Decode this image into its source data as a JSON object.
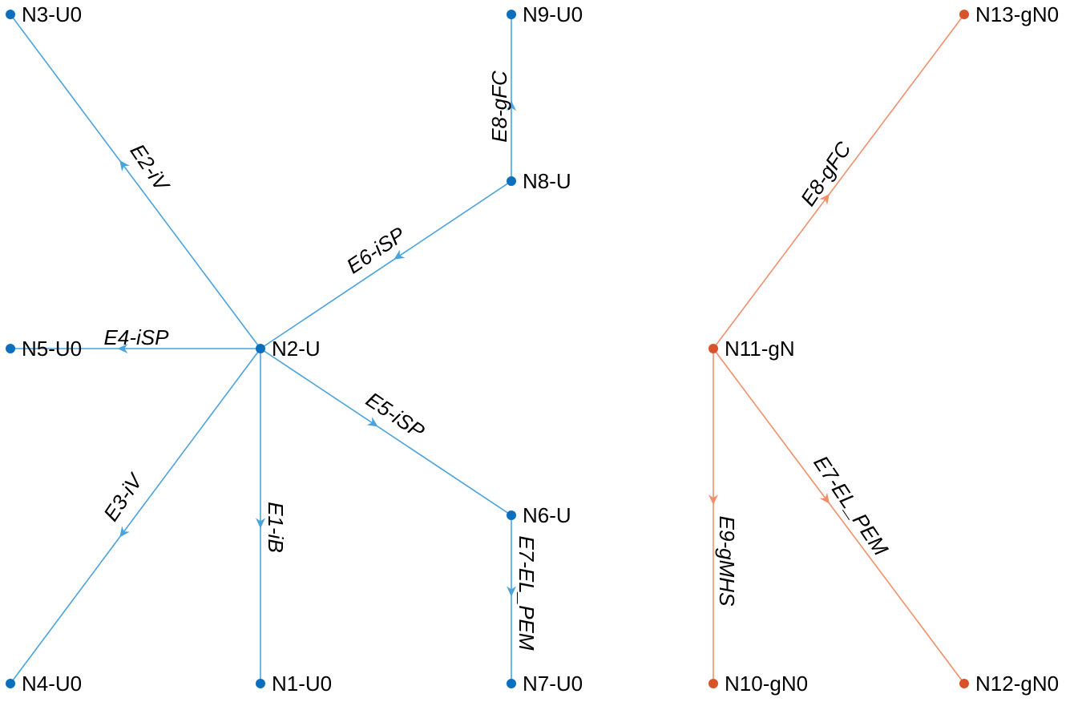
{
  "colors": {
    "group_a": "#0b6fbd",
    "group_a_edge": "#4aa3dc",
    "group_b": "#d9532a",
    "group_b_edge": "#f0906b"
  },
  "nodes": [
    {
      "id": "N1",
      "label": "N1-U0",
      "group": "a"
    },
    {
      "id": "N2",
      "label": "N2-U",
      "group": "a"
    },
    {
      "id": "N3",
      "label": "N3-U0",
      "group": "a"
    },
    {
      "id": "N4",
      "label": "N4-U0",
      "group": "a"
    },
    {
      "id": "N5",
      "label": "N5-U0",
      "group": "a"
    },
    {
      "id": "N6",
      "label": "N6-U",
      "group": "a"
    },
    {
      "id": "N7",
      "label": "N7-U0",
      "group": "a"
    },
    {
      "id": "N8",
      "label": "N8-U",
      "group": "a"
    },
    {
      "id": "N9",
      "label": "N9-U0",
      "group": "a"
    },
    {
      "id": "N10",
      "label": "N10-gN0",
      "group": "b"
    },
    {
      "id": "N11",
      "label": "N11-gN",
      "group": "b"
    },
    {
      "id": "N12",
      "label": "N12-gN0",
      "group": "b"
    },
    {
      "id": "N13",
      "label": "N13-gN0",
      "group": "b"
    }
  ],
  "edges": [
    {
      "from": "N2",
      "to": "N3",
      "label": "E2-iV",
      "group": "a"
    },
    {
      "from": "N2",
      "to": "N5",
      "label": "E4-iSP",
      "group": "a"
    },
    {
      "from": "N2",
      "to": "N4",
      "label": "E3-iV",
      "group": "a"
    },
    {
      "from": "N2",
      "to": "N1",
      "label": "E1-iB",
      "group": "a"
    },
    {
      "from": "N2",
      "to": "N6",
      "label": "E5-iSP",
      "group": "a"
    },
    {
      "from": "N8",
      "to": "N2",
      "label": "E6-iSP",
      "group": "a"
    },
    {
      "from": "N8",
      "to": "N9",
      "label": "E8-gFC",
      "group": "a"
    },
    {
      "from": "N6",
      "to": "N7",
      "label": "E7-EL_PEM",
      "group": "a"
    },
    {
      "from": "N11",
      "to": "N13",
      "label": "E8-gFC",
      "group": "b"
    },
    {
      "from": "N11",
      "to": "N10",
      "label": "E9-gMHS",
      "group": "b"
    },
    {
      "from": "N11",
      "to": "N12",
      "label": "E7-EL_PEM",
      "group": "b"
    }
  ]
}
